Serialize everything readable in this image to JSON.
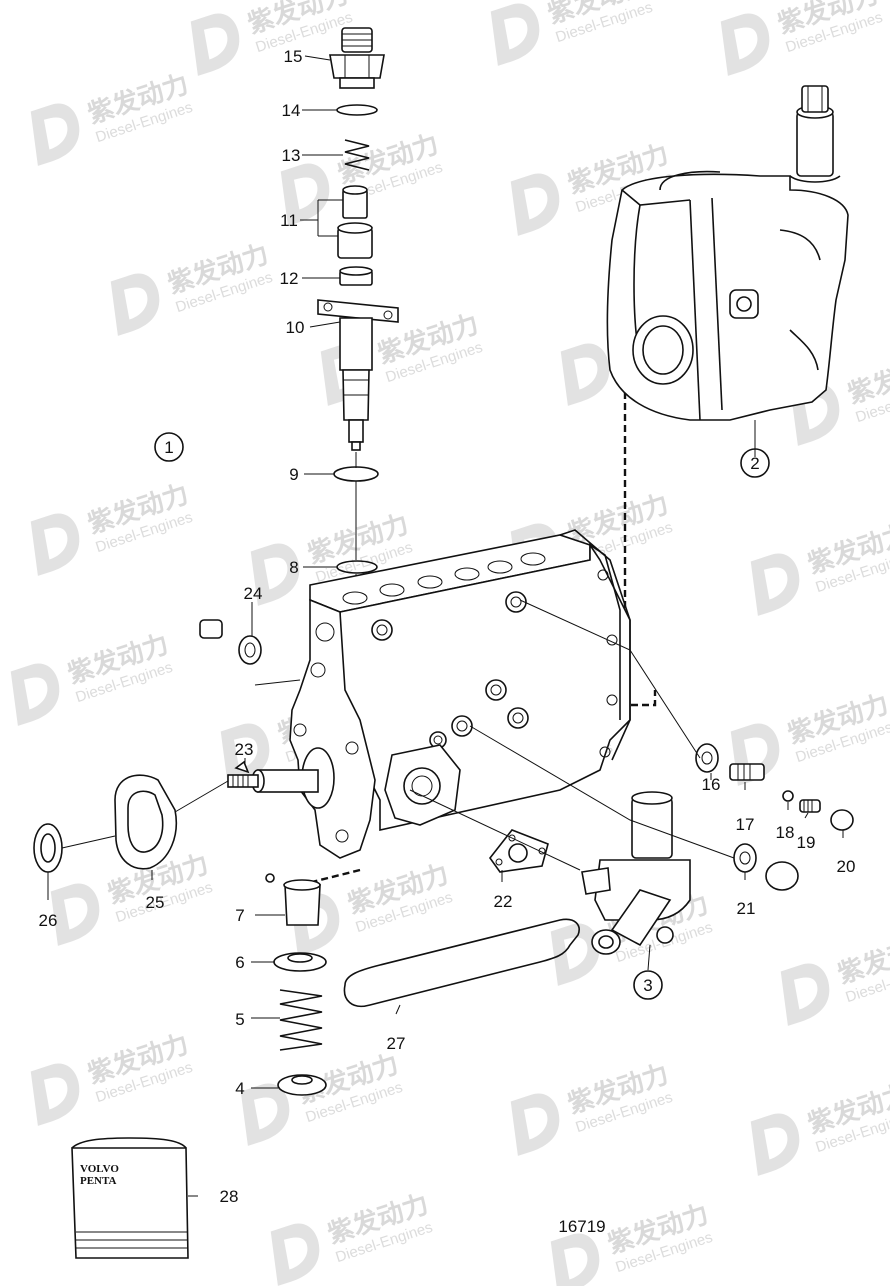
{
  "diagram": {
    "drawing_number": "16719",
    "group_markers": [
      "1"
    ],
    "circled_part_refs": [
      "2",
      "3"
    ],
    "part_callouts": [
      "4",
      "5",
      "6",
      "7",
      "8",
      "9",
      "10",
      "11",
      "12",
      "13",
      "14",
      "15",
      "16",
      "17",
      "18",
      "19",
      "20",
      "21",
      "22",
      "23",
      "24",
      "25",
      "26",
      "27",
      "28"
    ],
    "manual_logo": {
      "line1": "VOLVO",
      "line2": "PENTA"
    }
  },
  "watermark": {
    "brand_cn": "紫发动力",
    "brand_en": "Diesel-Engines"
  }
}
